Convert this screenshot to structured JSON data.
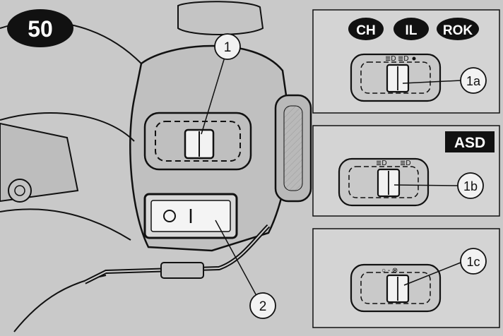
{
  "figure": {
    "number": "50",
    "callouts": {
      "c1": "1",
      "c2": "2",
      "c1a": "1a",
      "c1b": "1b",
      "c1c": "1c"
    },
    "country_badges": [
      "CH",
      "IL",
      "ROK"
    ],
    "region_badge": "ASD",
    "colors": {
      "background": "#c9c9c9",
      "inset_panel": "#d4d4d4",
      "ink": "#111111",
      "badge": "#111111",
      "badge_text": "#ffffff"
    }
  }
}
